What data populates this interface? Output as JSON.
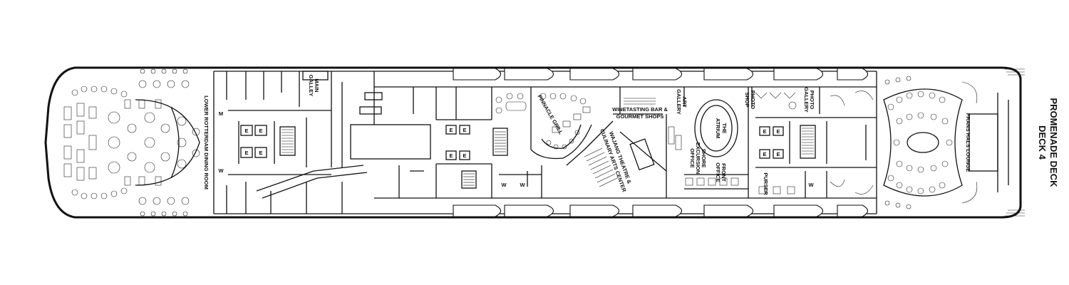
{
  "deck": {
    "number_label": "DECK 4",
    "name_label": "PROMENADE DECK"
  },
  "rooms": {
    "lower_rotterdam": "LOWER ROTTERDAM DINING ROOM",
    "main_galley_1": "MAIN",
    "main_galley_2": "GALLEY",
    "pinnacle_grill": "PINNACLE GRILL",
    "winetasting_1": "WINETASTING BAR &",
    "winetasting_2": "GOURMET SHOPS",
    "wajang_1": "WAJANG THEATRE &",
    "wajang_2": "CULINARY ARTS CENTER",
    "art_gallery_1": "ART",
    "art_gallery_2": "GALLERY",
    "atrium_1": "THE",
    "atrium_2": "ATRIUM",
    "shore_1": "SHORE",
    "shore_2": "EXCURSION",
    "shore_3": "OFFICE",
    "front_office_1": "FRONT",
    "front_office_2": "OFFICE",
    "photo_shop_1": "PHOTO",
    "photo_shop_2": "SHOP",
    "photo_gallery_1": "PHOTO",
    "photo_gallery_2": "GALLERY",
    "purser": "PURSER",
    "frans_hals": "FRANS HALS LOUNGE"
  },
  "symbols": {
    "elevator": "E",
    "men_restroom": "M",
    "women_restroom": "W"
  }
}
